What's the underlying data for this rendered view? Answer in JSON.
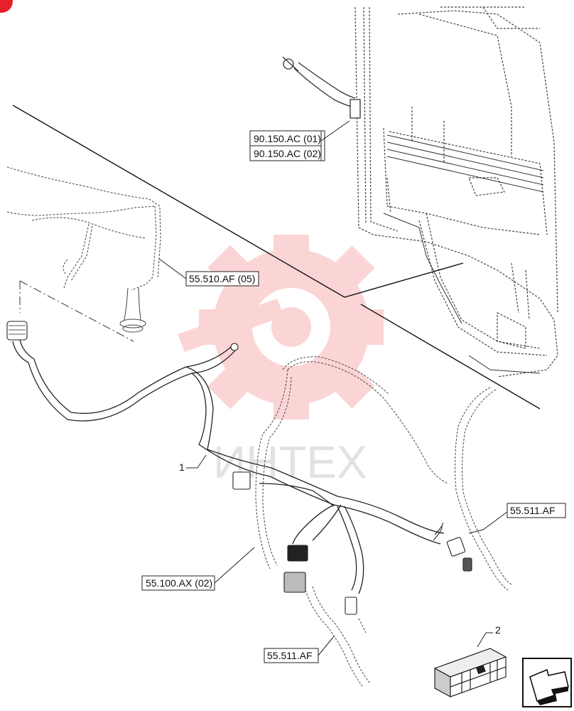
{
  "references": {
    "ref_90150_01": "90.150.AC (01)",
    "ref_90150_02": "90.150.AC (02)",
    "ref_55510": "55.510.AF (05)",
    "ref_55511_right": "55.511.AF",
    "ref_55100": "55.100.AX (02)",
    "ref_55511_bottom": "55.511.AF"
  },
  "callouts": {
    "item_1": "1",
    "item_2": "2"
  },
  "watermark": {
    "text": "ИНТЕХ",
    "color": "#f26b6b"
  },
  "colors": {
    "line": "#222222",
    "dashed": "#555555",
    "badge": "#e8202a"
  },
  "icons": {
    "corner_badge": "red-badge-icon",
    "nav": "next-page-arrow-icon",
    "kit": "parts-box-icon"
  }
}
